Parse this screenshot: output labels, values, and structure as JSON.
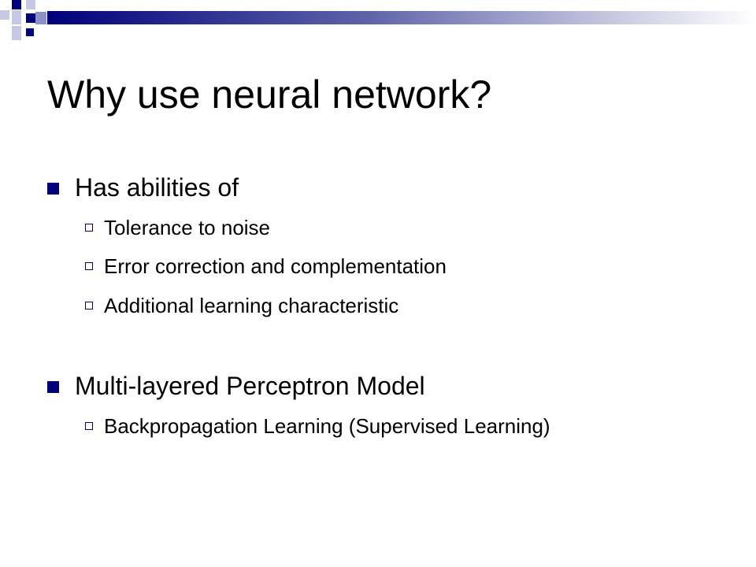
{
  "slide": {
    "title": "Why use neural network?",
    "sections": [
      {
        "heading": "Has abilities of",
        "items": [
          "Tolerance to noise",
          "Error correction and complementation",
          "Additional learning characteristic"
        ]
      },
      {
        "heading": "Multi-layered Perceptron Model",
        "items": [
          "Backpropagation Learning (Supervised Learning)"
        ]
      }
    ]
  },
  "colors": {
    "accent": "#00007a",
    "accent_light": "#c6c8e8"
  }
}
